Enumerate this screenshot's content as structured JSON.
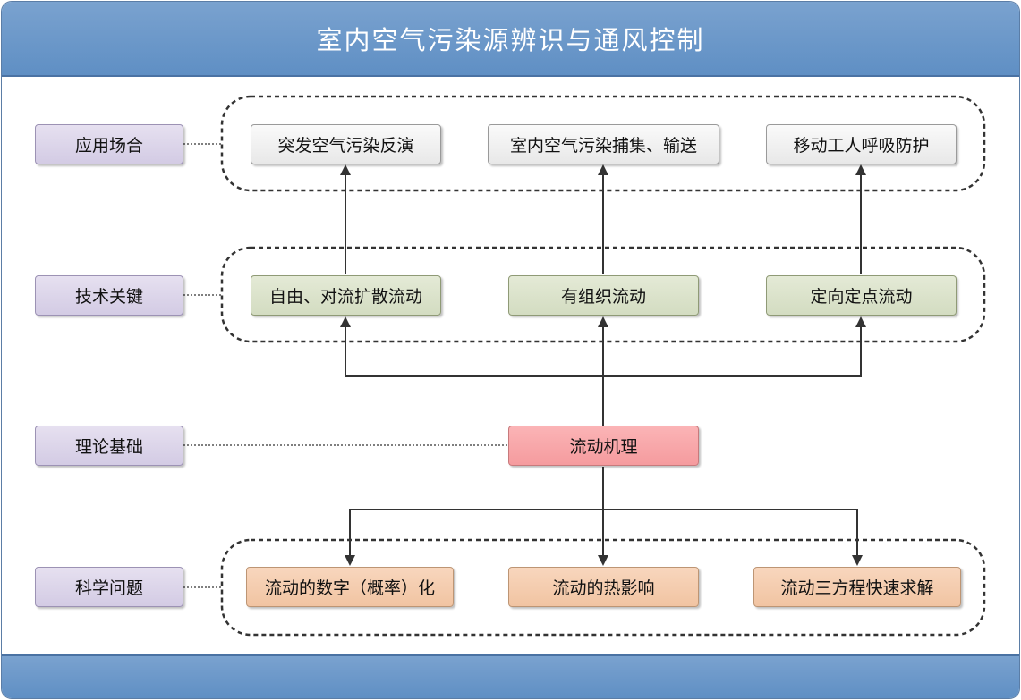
{
  "title": "室内空气污染源辨识与通风控制",
  "labels": {
    "application": "应用场合",
    "key_tech": "技术关键",
    "theory": "理论基础",
    "science": "科学问题"
  },
  "applications": [
    "突发空气污染反演",
    "室内空气污染捕集、输送",
    "移动工人呼吸防护"
  ],
  "technologies": [
    "自由、对流扩散流动",
    "有组织流动",
    "定向定点流动"
  ],
  "core": "流动机理",
  "science_problems": [
    "流动的数字（概率）化",
    "流动的热影响",
    "流动三方程快速求解"
  ],
  "colors": {
    "header": "#6794c9",
    "label_box": "#dcd5ea",
    "application_box": "#eeeeee",
    "tech_box": "#d9e1c8",
    "core_box": "#f8a6a9",
    "science_box": "#f4caaa"
  }
}
